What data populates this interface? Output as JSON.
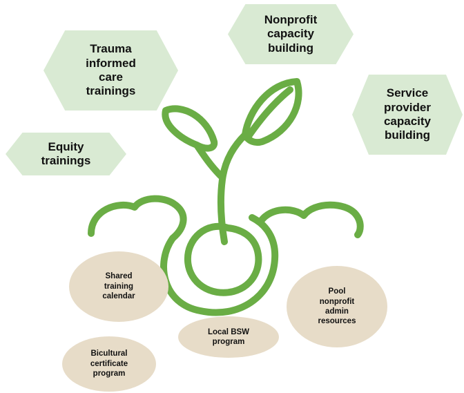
{
  "colors": {
    "hexagon_fill": "#d9ead3",
    "oval_fill": "#e7dcc8",
    "plant_green": "#6aad45"
  },
  "hexagons": {
    "trauma": "Trauma\ninformed\ncare\ntrainings",
    "nonprofit": "Nonprofit\ncapacity\nbuilding",
    "service": "Service\nprovider\ncapacity\nbuilding",
    "equity": "Equity\ntrainings"
  },
  "ovals": {
    "shared_calendar": "Shared\ntraining\ncalendar",
    "pool_admin": "Pool\nnonprofit\nadmin\nresources",
    "local_bsw": "Local BSW\nprogram",
    "bicultural": "Bicultural\ncertificate\nprogram"
  },
  "icons": {
    "plant": "sprouting-seed-icon"
  }
}
